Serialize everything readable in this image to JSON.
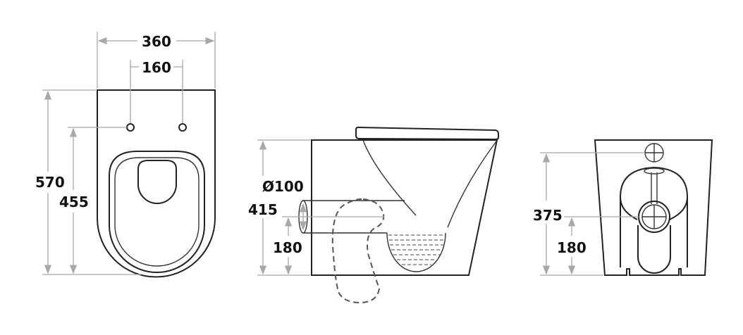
{
  "drawing": {
    "top_view": {
      "overall_width": "360",
      "hole_spacing": "160",
      "overall_length": "570",
      "hole_to_front": "455"
    },
    "side_view": {
      "outlet_diameter": "Ø100",
      "height": "415",
      "outlet_height": "180"
    },
    "rear_view": {
      "inlet_height": "375",
      "outlet_height": "180"
    }
  }
}
